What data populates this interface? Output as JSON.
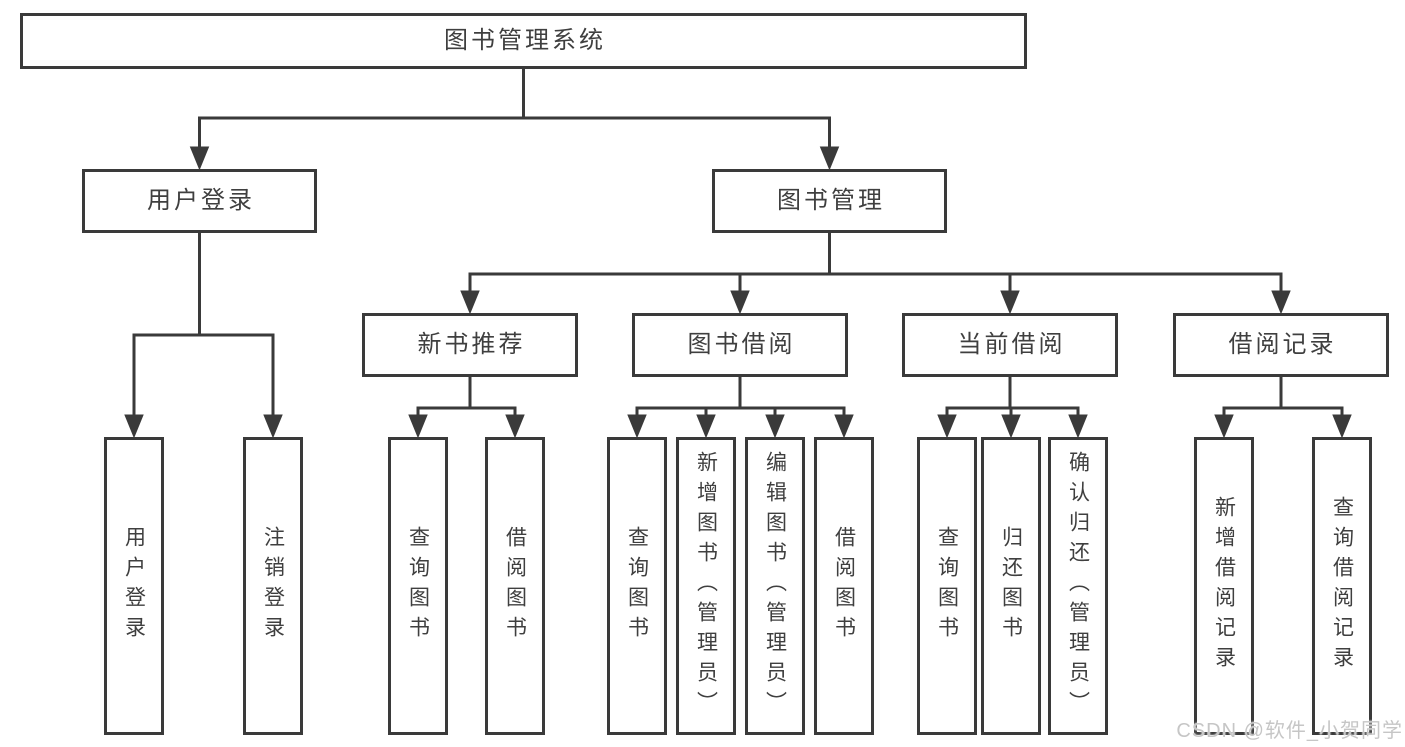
{
  "diagram": {
    "colors": {
      "line": "#3a3a3a",
      "text": "#3f3f3f",
      "box_background": "#ffffff",
      "page_background": "#ffffff",
      "watermark": "#c6c6c6"
    },
    "root": {
      "label": "图书管理系统"
    },
    "level2": [
      {
        "id": "user-login",
        "label": "用户登录"
      },
      {
        "id": "book-management",
        "label": "图书管理"
      }
    ],
    "level3": [
      {
        "id": "new-book-recommend",
        "label": "新书推荐"
      },
      {
        "id": "book-borrow",
        "label": "图书借阅"
      },
      {
        "id": "current-borrow",
        "label": "当前借阅"
      },
      {
        "id": "borrow-records",
        "label": "借阅记录"
      }
    ],
    "leaves": [
      {
        "group": "user-login",
        "label": "用户登录"
      },
      {
        "group": "user-login",
        "label": "注销登录"
      },
      {
        "group": "new-book-recommend",
        "label": "查询图书"
      },
      {
        "group": "new-book-recommend",
        "label": "借阅图书"
      },
      {
        "group": "book-borrow",
        "label": "查询图书"
      },
      {
        "group": "book-borrow",
        "label": "新增图书（管理员）"
      },
      {
        "group": "book-borrow",
        "label": "编辑图书（管理员）"
      },
      {
        "group": "book-borrow",
        "label": "借阅图书"
      },
      {
        "group": "current-borrow",
        "label": "查询图书"
      },
      {
        "group": "current-borrow",
        "label": "归还图书"
      },
      {
        "group": "current-borrow",
        "label": "确认归还（管理员）"
      },
      {
        "group": "borrow-records",
        "label": "新增借阅记录"
      },
      {
        "group": "borrow-records",
        "label": "查询借阅记录"
      }
    ]
  },
  "watermark": {
    "text": "CSDN @软件_小贺同学"
  }
}
